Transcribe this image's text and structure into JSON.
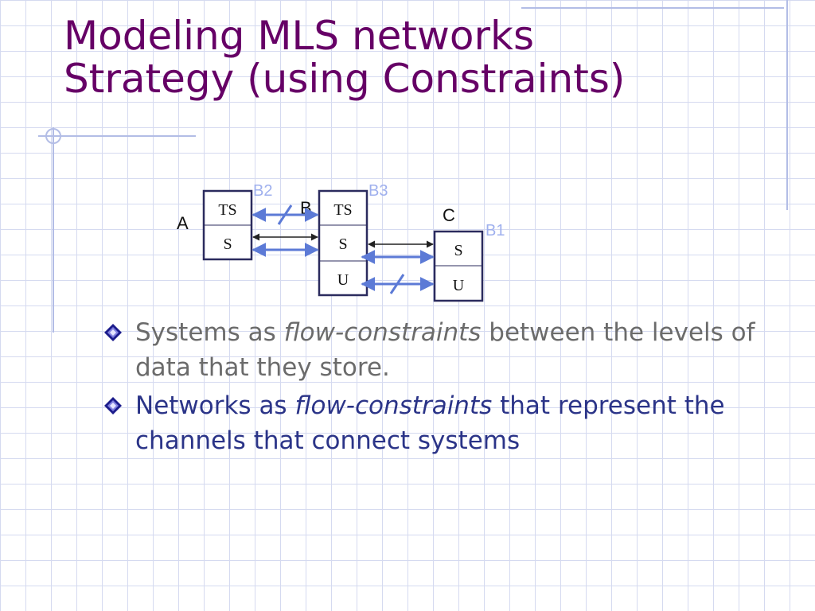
{
  "slide": {
    "title_line1": "Modeling MLS networks",
    "title_line2": "Strategy (using Constraints)"
  },
  "diagram": {
    "system_a": {
      "label": "A",
      "levels": [
        "TS",
        "S"
      ]
    },
    "system_b": {
      "label": "B",
      "levels": [
        "TS",
        "S",
        "U"
      ]
    },
    "system_c": {
      "label": "C",
      "levels": [
        "S",
        "U"
      ]
    },
    "channel_labels": {
      "b1": "B1",
      "b2": "B2",
      "b3": "B3"
    },
    "colors": {
      "channel_arrow": "#5c7ad6",
      "channel_label": "#9fb0ee",
      "box": "#2b2b5e"
    }
  },
  "bullets": [
    {
      "pre": "Systems as ",
      "em": "flow-constraints",
      "post": " between the levels of data that they store."
    },
    {
      "pre": "Networks as ",
      "em": "flow-constraints",
      "post": " that represent the channels that connect systems"
    }
  ],
  "colors": {
    "title": "#660066",
    "bullet1_text": "#6b6b6b",
    "bullet2_text": "#2b3488",
    "grid": "#d5daf0"
  }
}
